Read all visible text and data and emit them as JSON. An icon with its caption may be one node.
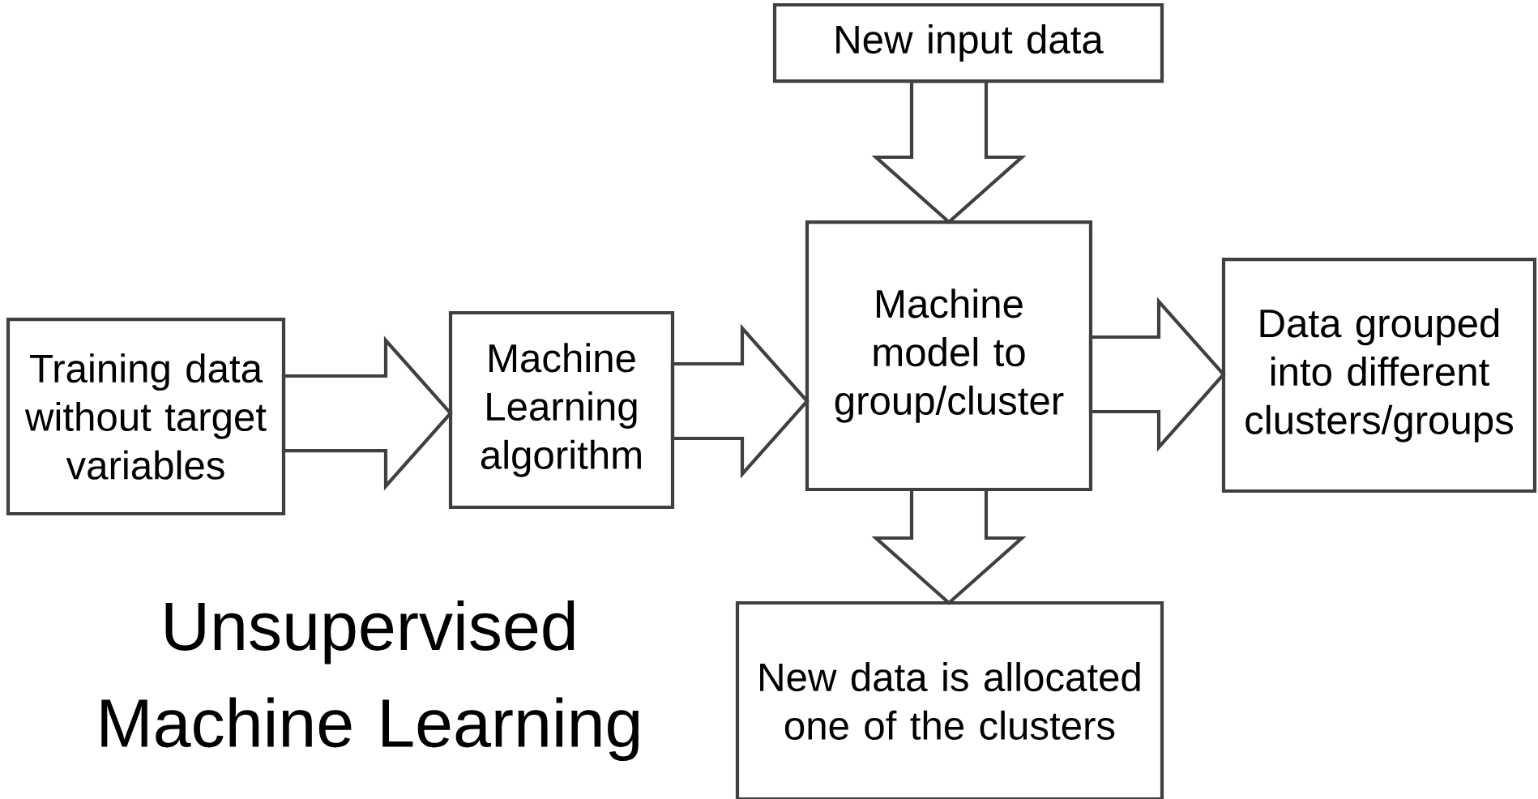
{
  "diagram": {
    "title": "Unsupervised Machine Learning",
    "nodes": [
      {
        "text": [
          "New input data"
        ]
      },
      {
        "text": [
          "Training data without target variables"
        ]
      },
      {
        "text": [
          "Machine Learning algorithm"
        ]
      },
      {
        "text": [
          "Machine model to group/cluster"
        ]
      },
      {
        "text": [
          "Data grouped into different clusters/groups"
        ]
      },
      {
        "text": [
          "New data is allocated one of the clusters"
        ]
      }
    ],
    "edges": [
      {
        "from": 1,
        "to": 2,
        "arrow": "to"
      },
      {
        "from": 2,
        "to": 3,
        "arrow": "to"
      },
      {
        "from": 3,
        "to": 4,
        "arrow": "to"
      },
      {
        "from": 0,
        "to": 3,
        "arrow": "to"
      },
      {
        "from": 3,
        "to": 5,
        "arrow": "to"
      }
    ]
  }
}
